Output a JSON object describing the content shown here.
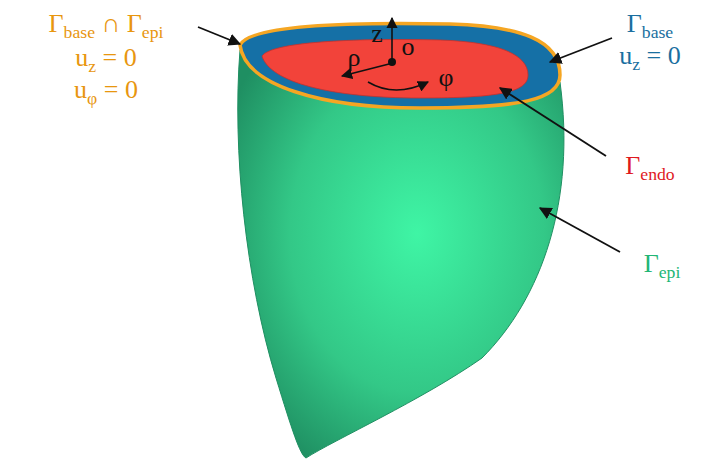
{
  "diagram": {
    "labels": [
      "Γbase ∩ Γepi",
      "uz = 0",
      "uφ = 0",
      "z",
      "Γbase",
      "uz = 0",
      "o",
      "ρ",
      "φ",
      "Γendo",
      "Γepi"
    ]
  }
}
